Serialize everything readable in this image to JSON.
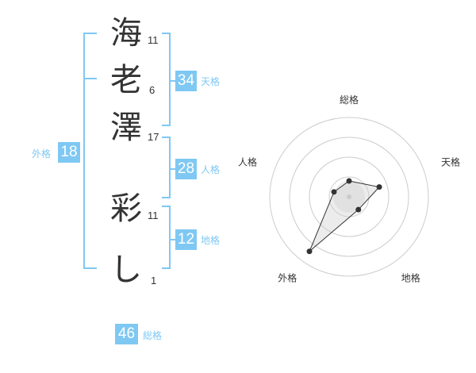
{
  "name": {
    "surname": [
      {
        "char": "海",
        "strokes": "11"
      },
      {
        "char": "老",
        "strokes": "6"
      },
      {
        "char": "澤",
        "strokes": "17"
      }
    ],
    "given": [
      {
        "char": "彩",
        "strokes": "11"
      },
      {
        "char": "し",
        "strokes": "1"
      }
    ]
  },
  "kaku": {
    "tenkaku": {
      "value": "34",
      "label": "天格"
    },
    "jinkaku": {
      "value": "28",
      "label": "人格"
    },
    "chikaku": {
      "value": "12",
      "label": "地格"
    },
    "gaikaku": {
      "value": "18",
      "label": "外格"
    },
    "soukaku": {
      "value": "46",
      "label": "総格"
    }
  },
  "radar": {
    "axes": [
      "総格",
      "天格",
      "地格",
      "外格",
      "人格"
    ],
    "values": [
      0.2,
      0.4,
      0.2,
      0.85,
      0.2
    ],
    "colors": {
      "bracket": "#7fc8f3",
      "grid": "#cccccc",
      "polygon": "#333333"
    }
  }
}
